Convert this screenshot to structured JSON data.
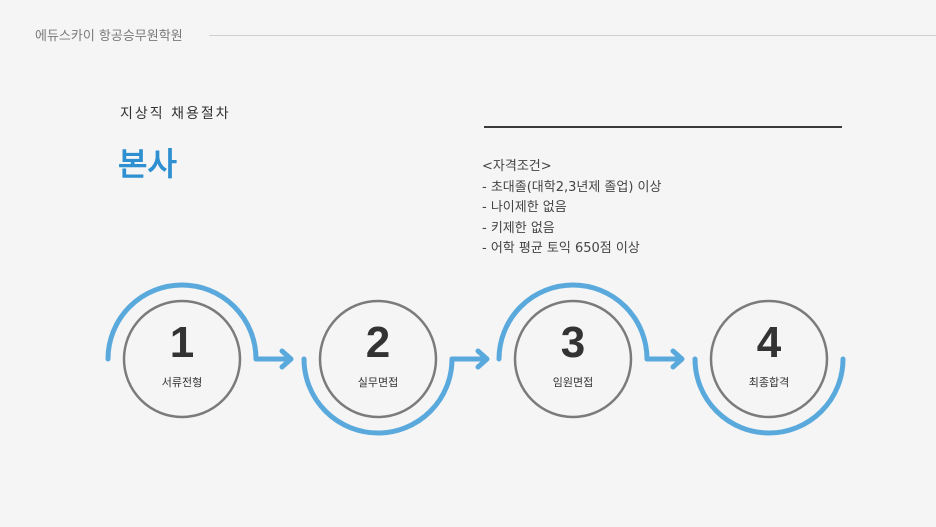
{
  "header": {
    "brand": "에듀스카이 항공승무원학원"
  },
  "section": {
    "subtitle": "지상직 채용절차",
    "title": "본사"
  },
  "requirements": {
    "heading": "<자격조건>",
    "items": [
      "- 초대졸(대학2,3년제 졸업) 이상",
      "- 나이제한 없음",
      "- 키제한 없음",
      "- 어학 평균 토익 650점 이상"
    ]
  },
  "steps": [
    {
      "number": "1",
      "label": "서류전형"
    },
    {
      "number": "2",
      "label": "실무면접"
    },
    {
      "number": "3",
      "label": "임원면접"
    },
    {
      "number": "4",
      "label": "최종합격"
    }
  ],
  "colors": {
    "accent": "#2e90d1",
    "arc": "#5aa9dc",
    "ring": "#7b7b7b"
  }
}
